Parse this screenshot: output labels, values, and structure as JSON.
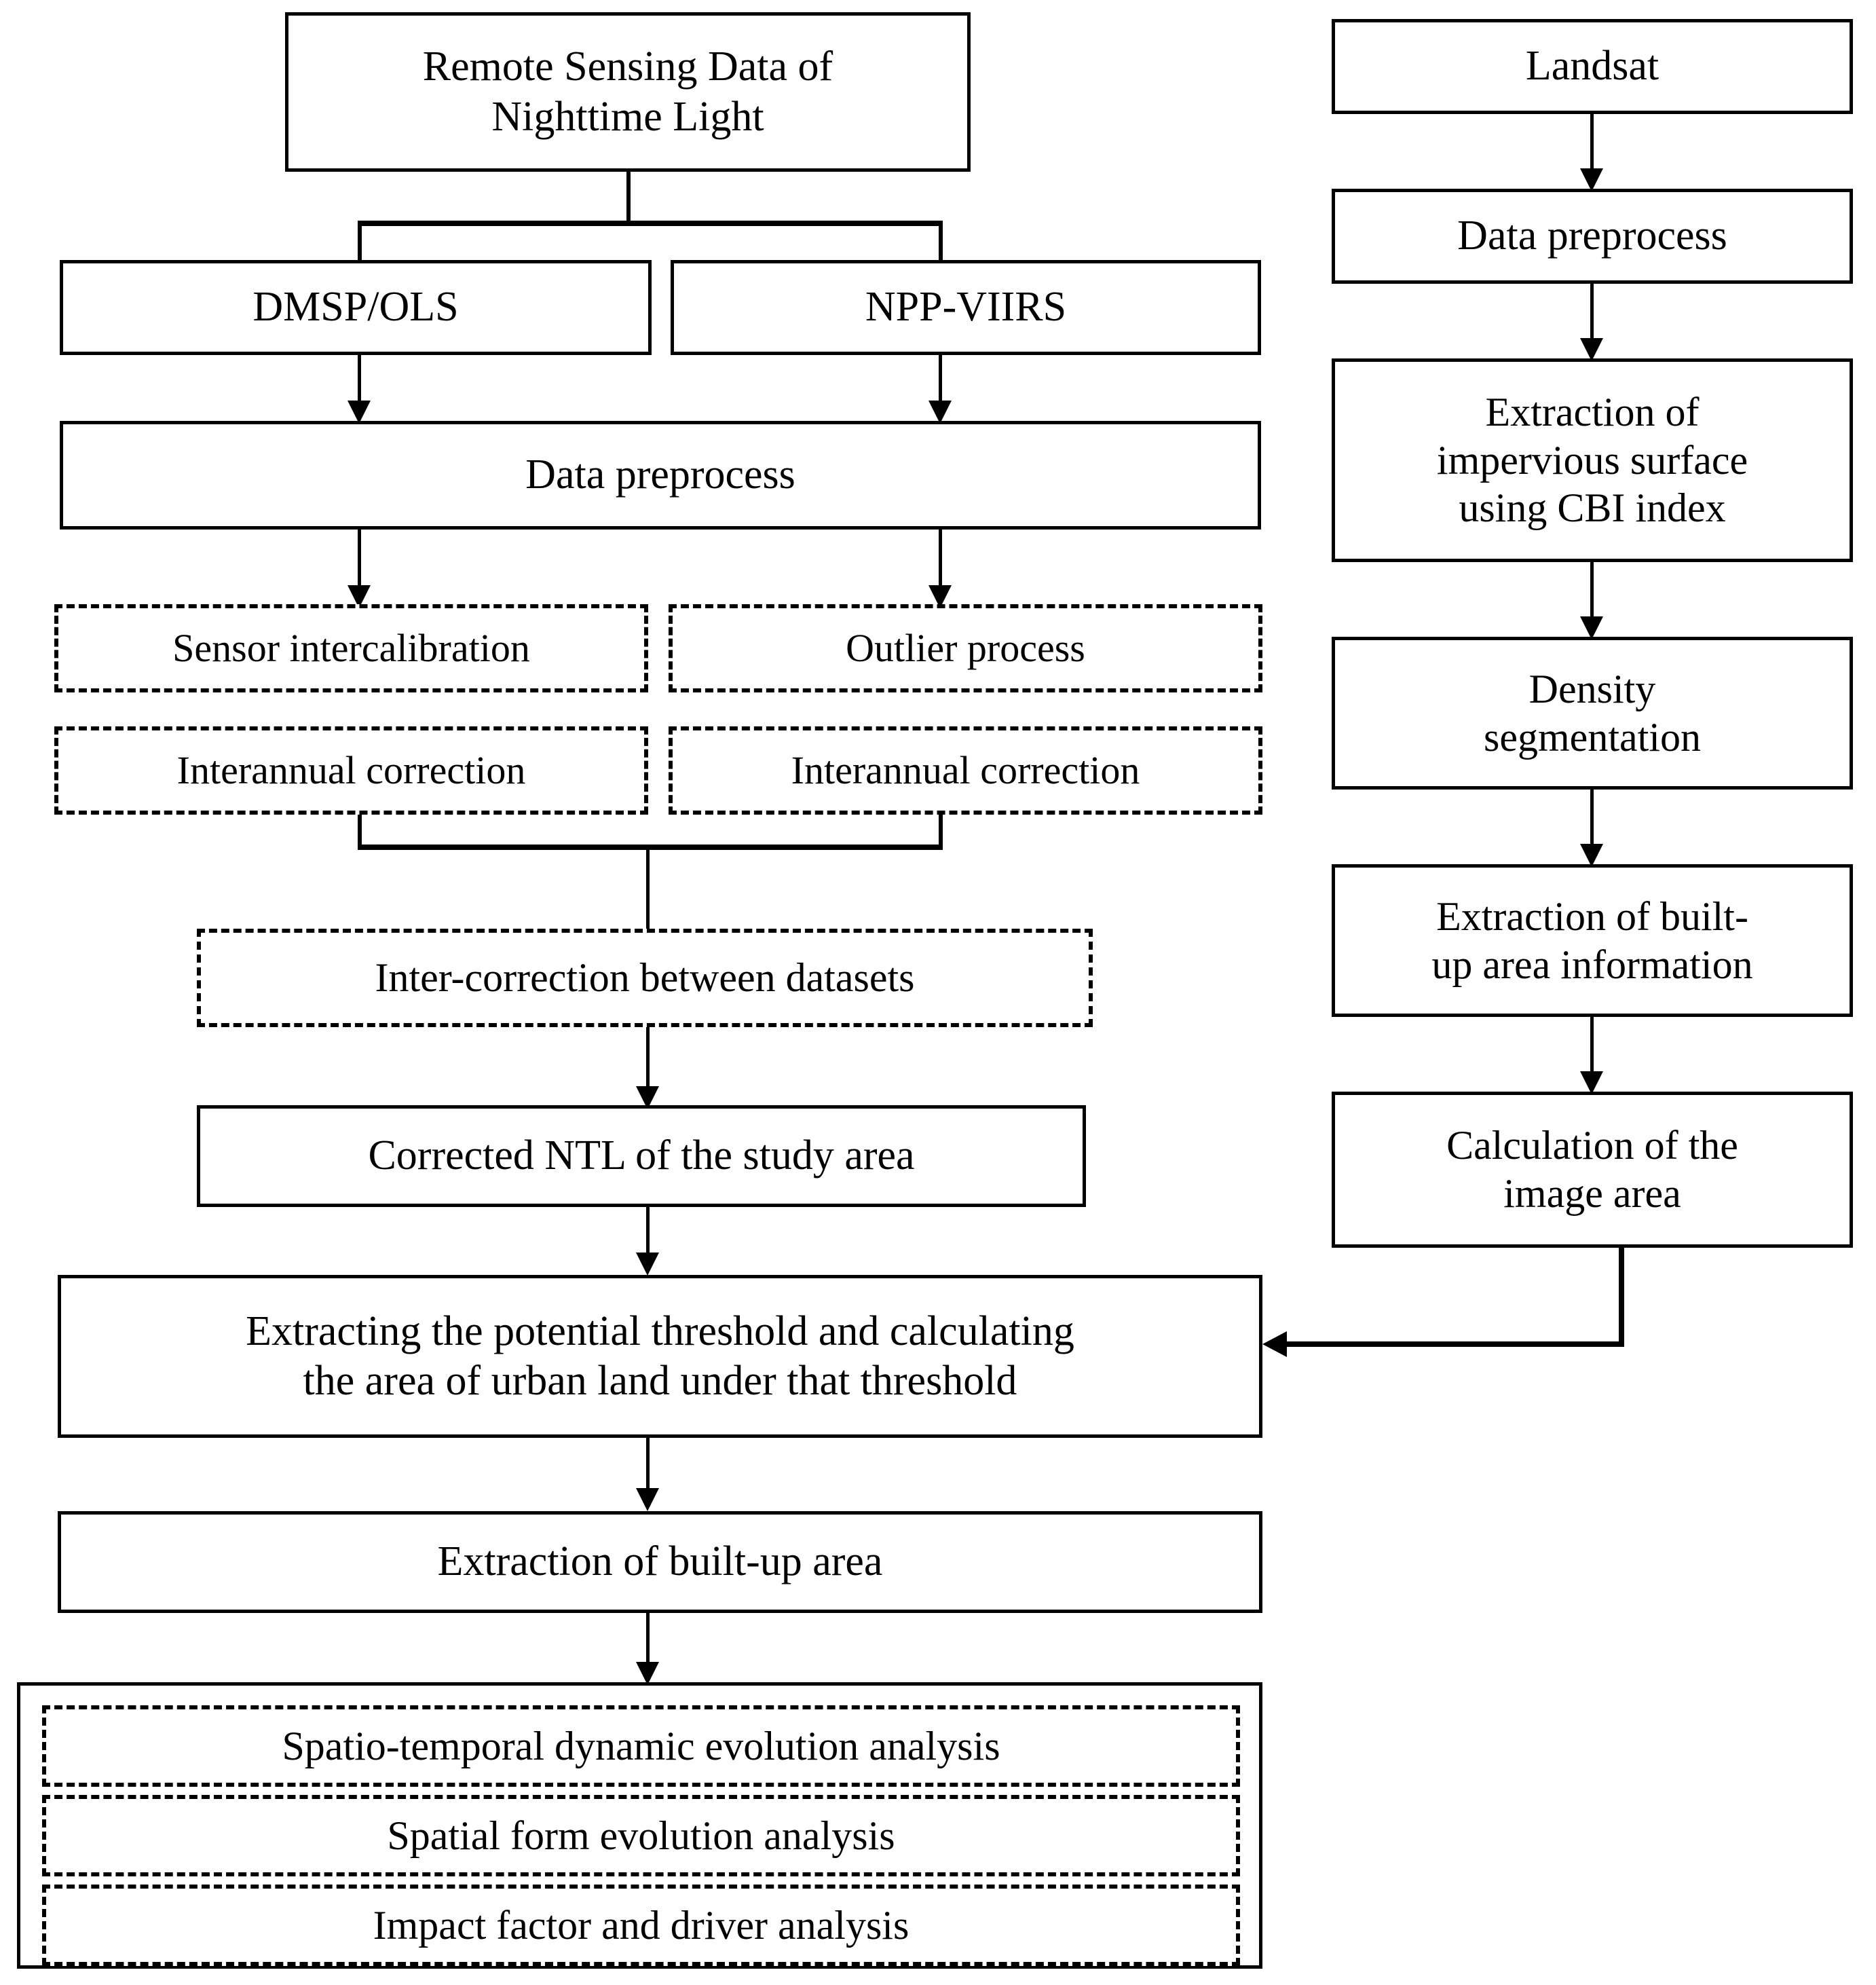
{
  "diagram": {
    "title": "Methodology flowchart for urban built-up area extraction",
    "colors": {
      "background": "#ffffff",
      "stroke": "#000000",
      "text": "#000000"
    },
    "left_column": {
      "source": "Remote Sensing Data of\nNighttime Light",
      "sensors": [
        "DMSP/OLS",
        "NPP-VIIRS"
      ],
      "preprocess": "Data preprocess",
      "corrections": [
        "Sensor intercalibration",
        "Outlier process",
        "Interannual correction",
        "Interannual correction"
      ],
      "inter_correction": "Inter-correction between datasets",
      "corrected_ntl": "Corrected NTL of the study area",
      "threshold": "Extracting the potential threshold and calculating\nthe area of urban land under that threshold",
      "builtup": "Extraction of built-up area",
      "analyses": [
        "Spatio-temporal dynamic evolution analysis",
        "Spatial form evolution analysis",
        "Impact factor and driver analysis"
      ]
    },
    "right_column": {
      "steps": [
        "Landsat",
        "Data preprocess",
        "Extraction of\nimpervious surface\nusing CBI index",
        "Density\nsegmentation",
        "Extraction of built-\nup area information",
        "Calculation of the\nimage area"
      ]
    }
  }
}
